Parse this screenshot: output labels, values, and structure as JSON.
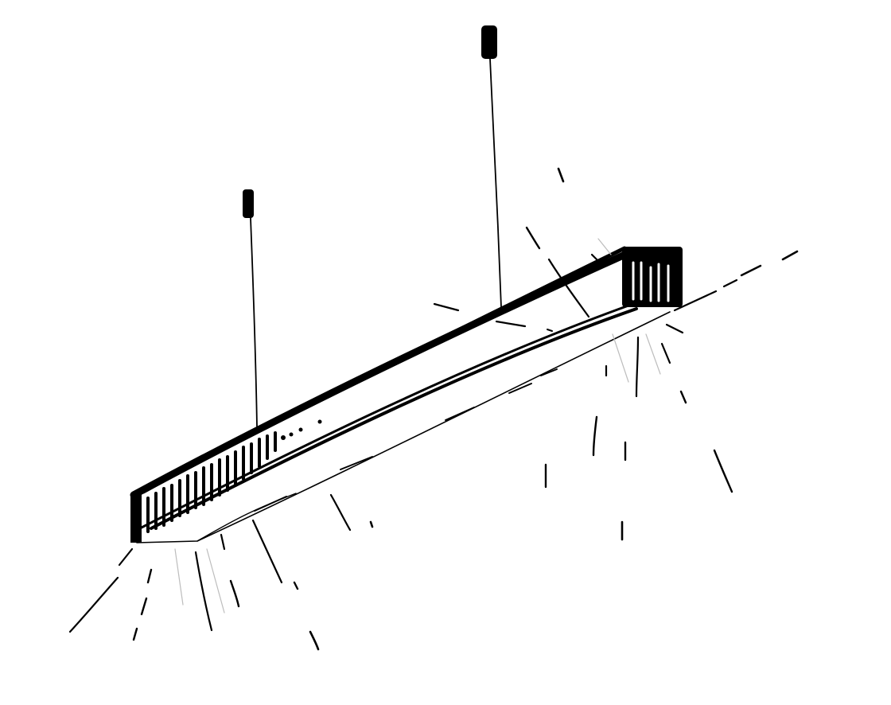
{
  "scene": {
    "subject": "suspended-linear-light-fixture",
    "style": "hand-drawn ink sketch",
    "colors": {
      "background": "#ffffff",
      "ink": "#000000",
      "soft_ink": "#1a1a1a",
      "glow_grey": "#bdbdbd"
    },
    "suspension_cable_count": 2,
    "light_ray_style": "dashed"
  }
}
